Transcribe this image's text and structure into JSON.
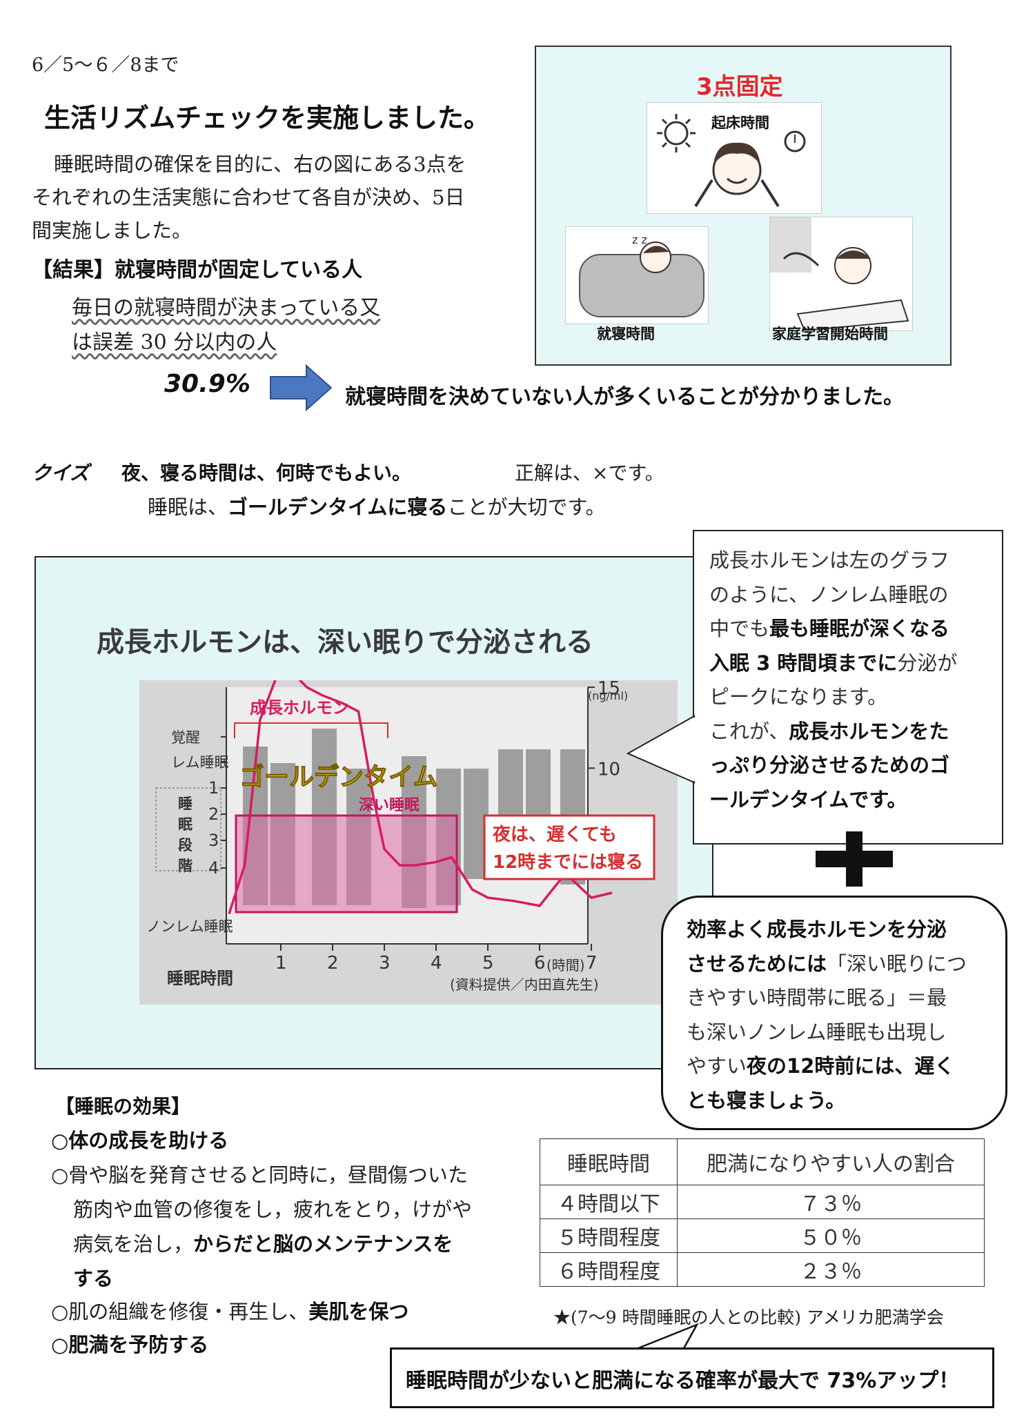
{
  "header": {
    "date_range": "6／5～６／8まで",
    "title": "生活リズムチェックを実施しました。",
    "intro_lines": [
      "睡眠時間の確保を目的に、右の図にある3点を",
      "それぞれの生活実態に合わせて各自が決め、5日",
      "間実施しました。"
    ],
    "result_label": "【結果】就寝時間が固定している人",
    "definition_lines": [
      "毎日の就寝時間が決まっている又",
      "は誤差 30 分以内の人"
    ],
    "percentage": "30.9%",
    "conclusion": "就寝時間を決めていない人が多くいることが分かりました。"
  },
  "illustration": {
    "heading": "3点固定",
    "items": [
      "起床時間",
      "就寝時間",
      "家庭学習開始時間"
    ]
  },
  "quiz": {
    "label": "クイズ",
    "question": "夜、寝る時間は、何時でもよい。",
    "answer": "正解は、×です。",
    "note_prefix": "睡眠は、",
    "note_bold": "ゴールデンタイムに寝る",
    "note_suffix": "ことが大切です。"
  },
  "chart_data": {
    "type": "line",
    "title": "成長ホルモンは、深い眠りで分泌される",
    "series_label": "成長ホルモン",
    "golden_time_label": "ゴールデンタイム",
    "deep_sleep_label": "深い睡眠",
    "night_note_lines": [
      "夜は、遅くても",
      "12時までには寝る"
    ],
    "xlabel": "睡眠時間",
    "x_unit": "(時間)",
    "x_ticks": [
      "1",
      "2",
      "3",
      "4",
      "5",
      "6",
      "7"
    ],
    "y_left_labels": [
      "覚醒",
      "レム睡眠",
      "1",
      "2",
      "3",
      "4"
    ],
    "y_left_group": "睡眠段階",
    "y_left_bottom": "ノンレム睡眠",
    "y_right_unit": "(ng/ml)",
    "y_right_ticks": [
      "15",
      "10"
    ],
    "ylim_right": [
      0,
      15
    ],
    "source": "(資料提供／内田直先生)",
    "series": [
      {
        "name": "成長ホルモン",
        "x": [
          0,
          0.3,
          0.6,
          0.9,
          1.2,
          1.5,
          1.8,
          2.2,
          2.5,
          2.8,
          3.0,
          3.3,
          3.6,
          4.0,
          4.3,
          4.7,
          5.0,
          5.5,
          6.0,
          6.5,
          7.0,
          7.4
        ],
        "y": [
          1.0,
          4.0,
          13.0,
          15.5,
          16.0,
          15.0,
          14.5,
          14.0,
          13.5,
          8.0,
          5.0,
          4.0,
          4.0,
          4.2,
          4.5,
          2.5,
          2.0,
          1.8,
          1.5,
          3.5,
          2.0,
          2.3
        ]
      }
    ]
  },
  "callout_growth": {
    "lines": [
      {
        "pre": "成長ホルモンは左のグラフ",
        "bold": "",
        "post": ""
      },
      {
        "pre": "のように、ノンレム睡眠の",
        "bold": "",
        "post": ""
      },
      {
        "pre": "中でも",
        "bold": "最も睡眠が深くなる",
        "post": ""
      },
      {
        "pre": "",
        "bold": "入眠 3 時間頃までに",
        "post": "分泌が"
      },
      {
        "pre": "ピークになります。",
        "bold": "",
        "post": ""
      },
      {
        "pre": "これが、",
        "bold": "成長ホルモンをた",
        "post": ""
      },
      {
        "pre": "",
        "bold": "っぷり分泌させるためのゴ",
        "post": ""
      },
      {
        "pre": "",
        "bold": "ールデンタイムです。",
        "post": ""
      }
    ]
  },
  "callout_efficiency": {
    "lines": [
      {
        "pre": "",
        "bold": "効率よく成長ホルモンを分泌",
        "post": ""
      },
      {
        "pre": "",
        "bold": "させるためには",
        "post": "「深い眠りにつ"
      },
      {
        "pre": "きやすい時間帯に眠る」＝最",
        "bold": "",
        "post": ""
      },
      {
        "pre": "も深いノンレム睡眠も出現し",
        "bold": "",
        "post": ""
      },
      {
        "pre": "やすい",
        "bold": "夜の12時前には、遅く",
        "post": ""
      },
      {
        "pre": "",
        "bold": "とも寝ましょう。",
        "post": ""
      }
    ]
  },
  "effects": {
    "heading": "【睡眠の効果】",
    "item1": "○体の成長を助ける",
    "item2_lines": [
      "○骨や脳を発育させると同時に，昼間傷ついた",
      "筋肉や血管の修復をし，疲れをとり，けがや"
    ],
    "item2_line3_pre": "病気を治し，",
    "item2_line3_bold": "からだと脳のメンテナンスを",
    "item2_line4_bold": "する",
    "item3_pre": "○肌の組織を修復・再生し、",
    "item3_bold": "美肌を保つ",
    "item4": "○肥満を予防する"
  },
  "obesity_table": {
    "headers": [
      "睡眠時間",
      "肥満になりやすい人の割合"
    ],
    "rows": [
      [
        "４時間以下",
        "７３％"
      ],
      [
        "５時間程度",
        "５０％"
      ],
      [
        "６時間程度",
        "２３％"
      ]
    ],
    "note": "★(7～9 時間睡眠の人との比較) アメリカ肥満学会"
  },
  "final_message": "睡眠時間が少ないと肥満になる確率が最大で 73%アップ！"
}
